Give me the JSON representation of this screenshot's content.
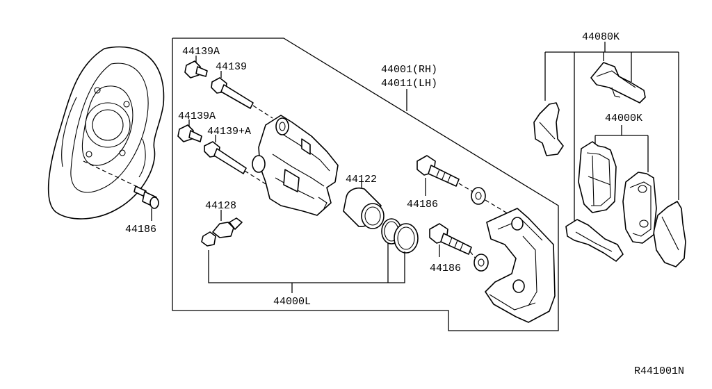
{
  "labels": {
    "p44139a_top": "44139A",
    "p44139_top": "44139",
    "p44139a_mid": "44139A",
    "p44139pa": "44139+A",
    "p44128": "44128",
    "p44186_left": "44186",
    "p44122": "44122",
    "p44001": "44001(RH)",
    "p44011": "44011(LH)",
    "p44186_top": "44186",
    "p44186_bottom": "44186",
    "p44000l": "44000L",
    "p44080k": "44080K",
    "p44000k": "44000K",
    "diagram_ref": "R441001N"
  }
}
